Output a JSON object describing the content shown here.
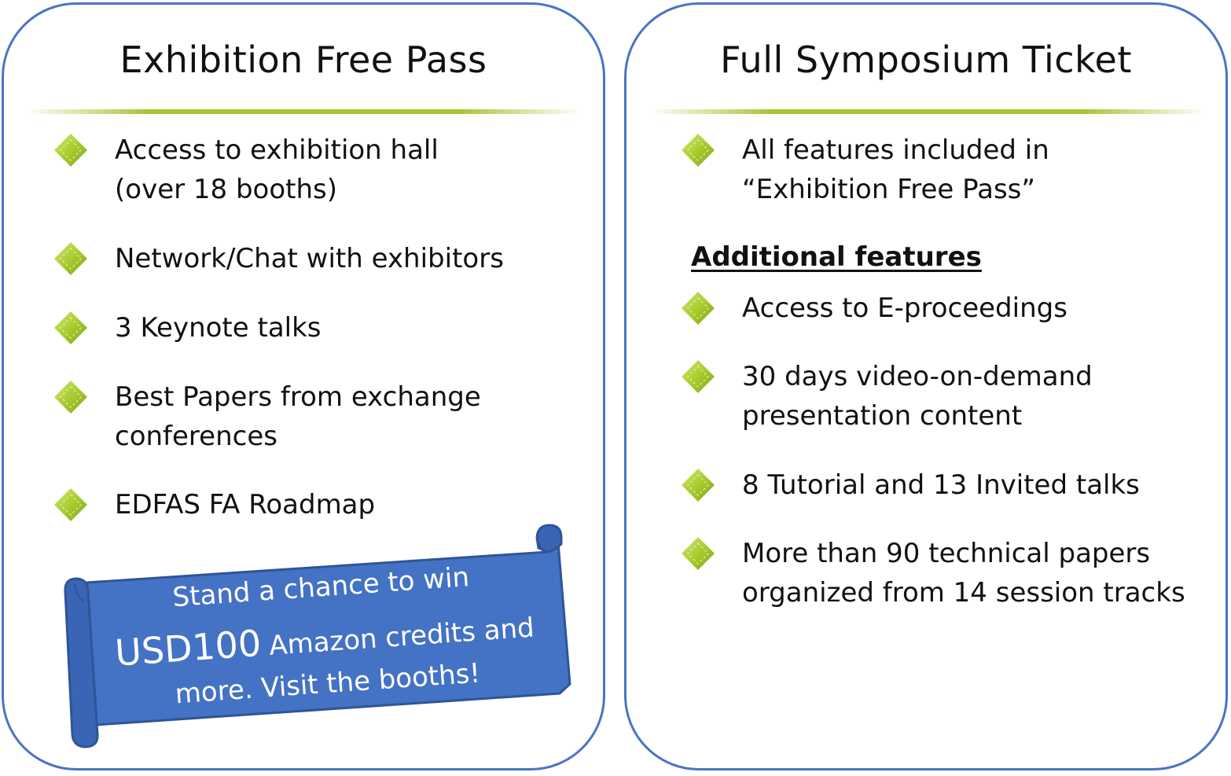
{
  "left_card": {
    "title": "Exhibition Free Pass",
    "items": [
      {
        "lines": [
          "Access to exhibition hall",
          "(over 18 booths)"
        ]
      },
      {
        "lines": [
          "Network/Chat with exhibitors"
        ]
      },
      {
        "lines": [
          "3 Keynote talks"
        ]
      },
      {
        "lines": [
          "Best Papers from exchange",
          "conferences"
        ]
      },
      {
        "lines": [
          "EDFAS FA Roadmap"
        ]
      }
    ],
    "banner": {
      "line1": "Stand a chance to win",
      "amount": "USD100",
      "line2_rest": "Amazon credits and",
      "line3": "more. Visit the booths!"
    }
  },
  "right_card": {
    "title": "Full Symposium Ticket",
    "items_top": [
      {
        "lines": [
          "All features included in",
          "“Exhibition Free Pass”"
        ]
      }
    ],
    "subheading": "Additional features",
    "items": [
      {
        "lines": [
          "Access to E-proceedings"
        ]
      },
      {
        "lines": [
          "30 days video-on-demand",
          "presentation content"
        ]
      },
      {
        "lines": [
          "8 Tutorial and 13 Invited talks"
        ]
      },
      {
        "lines": [
          "More than 90 technical papers",
          "organized from 14 session tracks"
        ]
      }
    ]
  },
  "colors": {
    "card_border": "#4a74c4",
    "banner_fill": "#4472c4",
    "banner_outline": "#2f5597",
    "bullet_green": "#9ec428",
    "bullet_highlight": "#c8e06a",
    "title_rule": "#9ec428"
  },
  "icons": {
    "bullet": "green-diamond-bullet-icon",
    "banner": "scroll-banner-icon"
  }
}
